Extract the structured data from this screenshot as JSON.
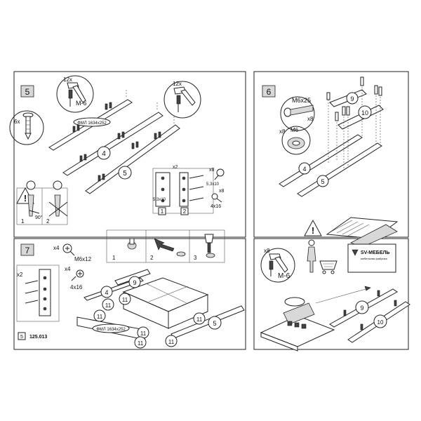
{
  "steps": {
    "s5": {
      "number": "5"
    },
    "s6": {
      "number": "6"
    },
    "s7": {
      "number": "7"
    }
  },
  "parts": {
    "p4": "4",
    "p5": "5",
    "p9": "9",
    "p10": "10",
    "p11": "11"
  },
  "quantities": {
    "q12x": "12x",
    "q6x": "6x",
    "qx2": "x2",
    "qx8": "x8",
    "qx4": "x4"
  },
  "hardware": {
    "m6": "M-6",
    "m6x25": "M6x25",
    "m6nut": "M6",
    "m6x12": "M6x12",
    "s4x16": "4x16",
    "s5_3x10": "5,3x10",
    "fml": "ФМЛ 1634x252"
  },
  "substeps": {
    "one": "1",
    "two": "2",
    "three": "3"
  },
  "angle": "90°",
  "brand": {
    "name": "SV-МЕБЕЛЬ",
    "tagline": "мебельная фабрика"
  },
  "footer": {
    "page": "5",
    "code": "125.013"
  }
}
